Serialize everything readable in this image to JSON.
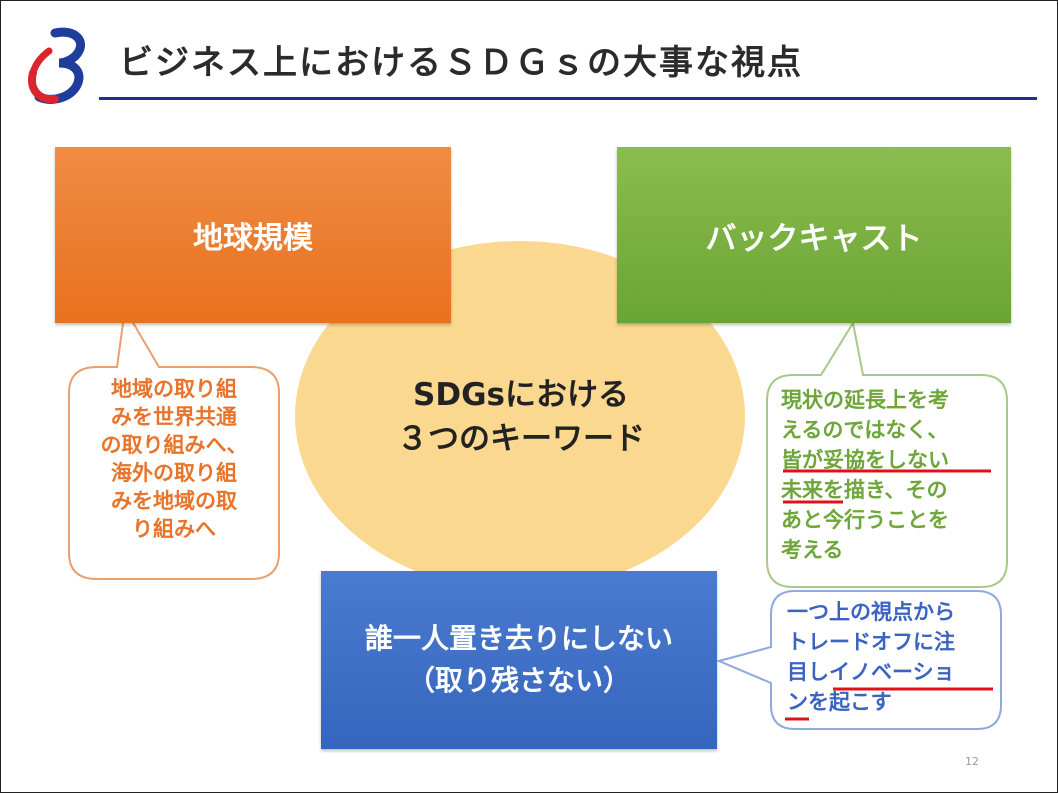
{
  "header": {
    "title": "ビジネス上におけるＳＤＧｓの大事な視点"
  },
  "keywords": {
    "global_scale": "地球規模",
    "backcast": "バックキャスト",
    "leave_no_one_line1": "誰一人置き去りにしない",
    "leave_no_one_line2": "（取り残さない）"
  },
  "center": {
    "line1": "SDGsにおける",
    "line2": "３つのキーワード"
  },
  "callouts": {
    "global": [
      "地域の取り組",
      "みを世界共通",
      "の取り組みへ、",
      "海外の取り組",
      "みを地域の取",
      "り組みへ"
    ],
    "backcast": [
      "現状の延長上を考",
      "えるのではなく、",
      "皆が妥協をしない",
      "未来を描き、その",
      "あと今行うことを",
      "考える"
    ],
    "innovation": [
      "一つ上の視点から",
      "トレードオフに注",
      "目しイノベーショ",
      "ンを起こす"
    ]
  },
  "page_number": "12",
  "colors": {
    "orange": "#e8711f",
    "green": "#6aa534",
    "blue": "#3665bd",
    "center": "#fad890",
    "underline": "#e0101a",
    "title_rule": "#1f2f8f"
  }
}
